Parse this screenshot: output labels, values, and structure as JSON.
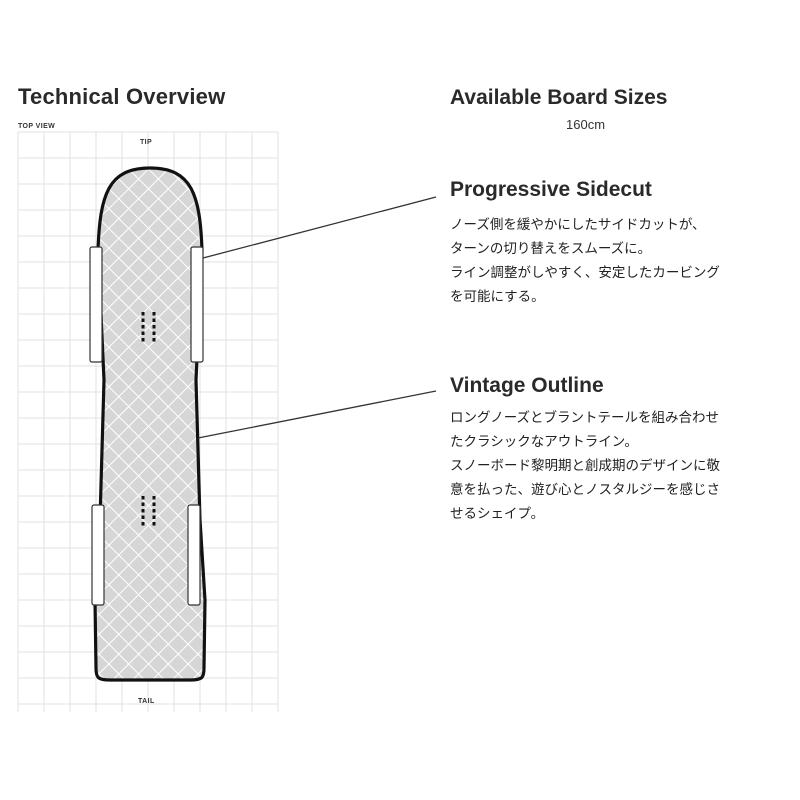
{
  "header": {
    "title": "Technical Overview",
    "top_view_label": "TOP VIEW",
    "tip_label": "TIP",
    "tail_label": "TAIL"
  },
  "sizes": {
    "title": "Available Board Sizes",
    "value": "160cm"
  },
  "features": [
    {
      "title": "Progressive Sidecut",
      "lines": [
        "ノーズ側を緩やかにしたサイドカットが、",
        "ターンの切り替えをスムーズに。",
        "ライン調整がしやすく、安定したカービング",
        "を可能にする。"
      ]
    },
    {
      "title": "Vintage Outline",
      "lines": [
        "ロングノーズとブラントテールを組み合わせ",
        "たクラシックなアウトライン。",
        "スノーボード黎明期と創成期のデザインに敬",
        "意を払った、遊び心とノスタルジーを感じさ",
        "せるシェイプ。"
      ]
    }
  ],
  "colors": {
    "board_outline": "#111111",
    "board_fill": "#d9d9d9",
    "grid": "#e2e2e2",
    "text": "#222222"
  }
}
